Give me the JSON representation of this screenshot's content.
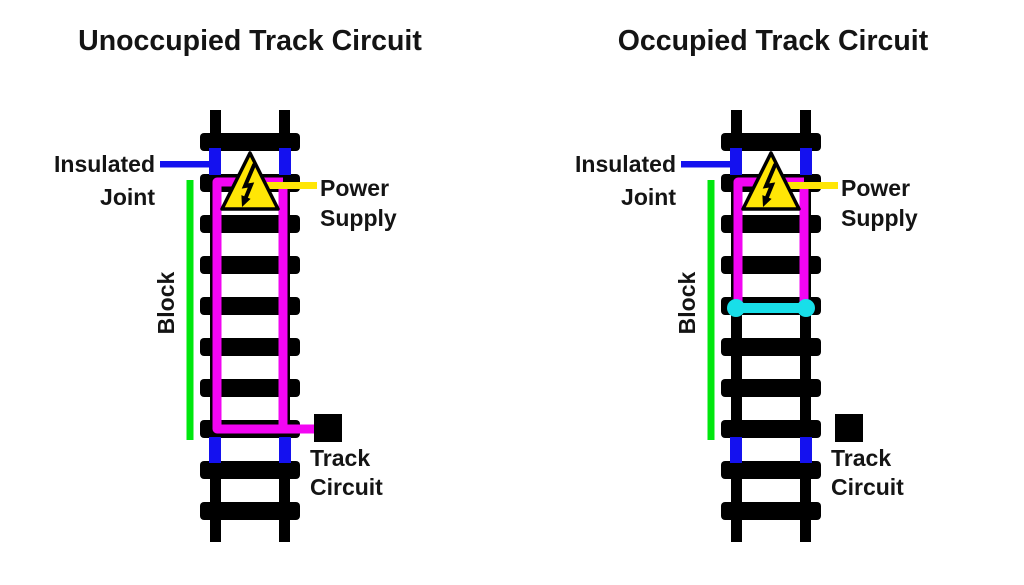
{
  "panels": [
    {
      "id": "unoccupied",
      "title": "Unoccupied Track Circuit"
    },
    {
      "id": "occupied",
      "title": "Occupied Track Circuit"
    }
  ],
  "labels": {
    "insulated_joint": {
      "line1": "Insulated",
      "line2": "Joint"
    },
    "power_supply": {
      "line1": "Power",
      "line2": "Supply"
    },
    "track_circuit": {
      "line1": "Track",
      "line2": "Circuit"
    },
    "block": "Block"
  },
  "colors": {
    "track": "#000000",
    "insulated_joint": "#1411ef",
    "circuit_wire": "#f305f3",
    "power_supply": "#ffe606",
    "block": "#00e70e",
    "axle": "#18dfe9",
    "text": "#141414",
    "background": "#ffffff"
  }
}
